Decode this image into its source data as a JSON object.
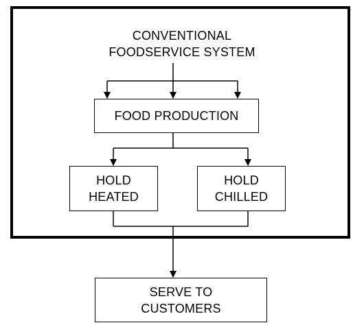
{
  "diagram": {
    "title_line1": "CONVENTIONAL",
    "title_line2": "FOODSERVICE SYSTEM",
    "nodes": {
      "food_production": "FOOD PRODUCTION",
      "hold_heated_line1": "HOLD",
      "hold_heated_line2": "HEATED",
      "hold_chilled_line1": "HOLD",
      "hold_chilled_line2": "CHILLED",
      "serve_line1": "SERVE TO",
      "serve_line2": "CUSTOMERS"
    },
    "colors": {
      "stroke": "#000000",
      "background": "#ffffff"
    }
  }
}
